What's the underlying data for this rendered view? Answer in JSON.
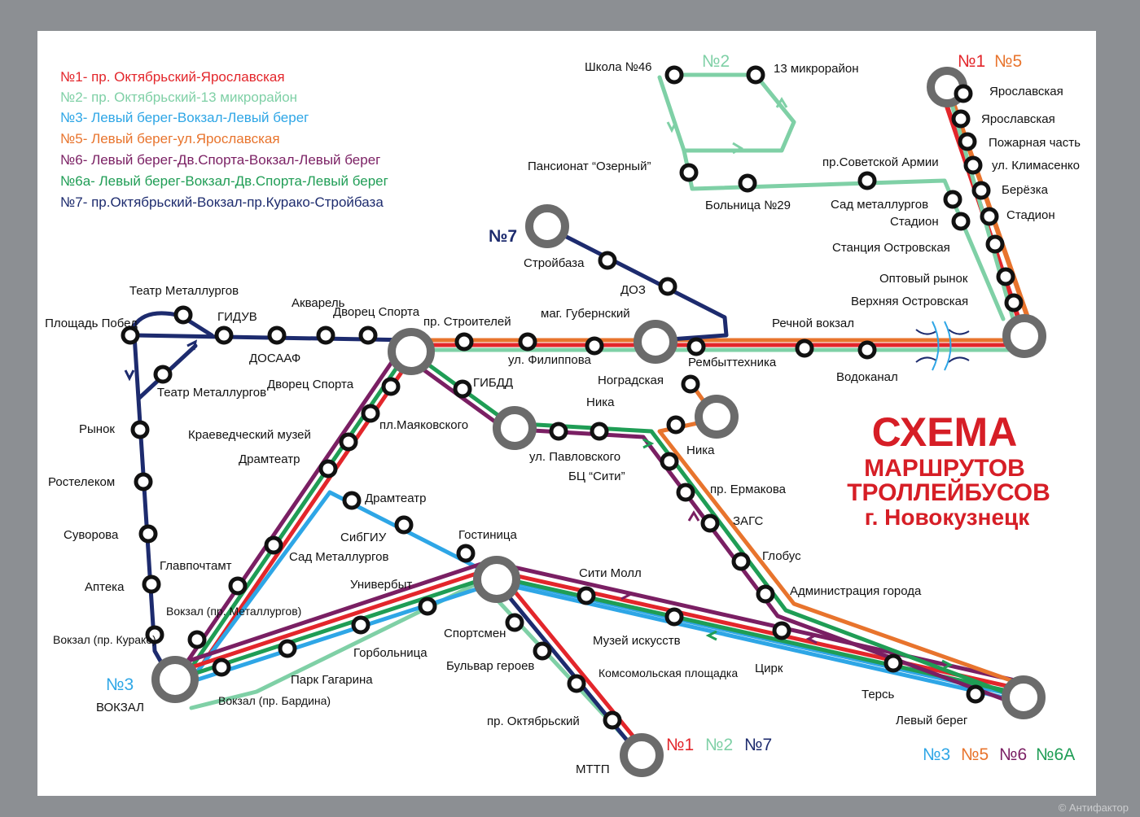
{
  "colors": {
    "route1": "#e3262b",
    "route2": "#7fd0a6",
    "route3": "#2ea6e6",
    "route5": "#e8742d",
    "route6": "#7a1f63",
    "route6a": "#1f9d55",
    "route7": "#1d2b6e",
    "title": "#d61e26",
    "station": "#111111",
    "hub": "#6b6b6b"
  },
  "legend": [
    {
      "text": "№1- пр. Октябрьский-Ярославская",
      "color_key": "route1"
    },
    {
      "text": "№2- пр. Октябрьский-13 микрорайон",
      "color_key": "route2"
    },
    {
      "text": "№3- Левый берег-Вокзал-Левый берег",
      "color_key": "route3"
    },
    {
      "text": "№5- Левый берег-ул.Ярославская",
      "color_key": "route5"
    },
    {
      "text": "№6- Левый берег-Дв.Спорта-Вокзал-Левый берег",
      "color_key": "route6"
    },
    {
      "text": "№6а- Левый берег-Вокзал-Дв.Спорта-Левый берег",
      "color_key": "route6a"
    },
    {
      "text": "№7- пр.Октябрьский-Вокзал-пр.Курако-Стройбаза",
      "color_key": "route7"
    }
  ],
  "title": {
    "line1": "СХЕМА",
    "line2": "МАРШРУТОВ",
    "line3": "ТРОЛЛЕЙБУСОВ",
    "line4": "г. Новокузнецк"
  },
  "route_tags": [
    {
      "text": "№1",
      "color_key": "route1"
    },
    {
      "text": "№5",
      "color_key": "route5"
    },
    {
      "text": "№2",
      "color_key": "route2"
    },
    {
      "text": "№7",
      "color_key": "route7"
    },
    {
      "text": "№3",
      "color_key": "route3"
    },
    {
      "text": "№1",
      "color_key": "route1"
    },
    {
      "text": "№2",
      "color_key": "route2"
    },
    {
      "text": "№7",
      "color_key": "route7"
    },
    {
      "text": "№3",
      "color_key": "route3"
    },
    {
      "text": "№5",
      "color_key": "route5"
    },
    {
      "text": "№6",
      "color_key": "route6"
    },
    {
      "text": "№6А",
      "color_key": "route6a"
    }
  ],
  "stations": [
    "Школа №46",
    "13 микрорайон",
    "Пансионат “Озерный”",
    "пр.Советской Армии",
    "Больница №29",
    "Сад металлургов",
    "Стадион",
    "Ярославская",
    "Ярославская",
    "Пожарная часть",
    "ул. Климасенко",
    "Берёзка",
    "Стадион",
    "Станция Островская",
    "Оптовый рынок",
    "Верхняя Островская",
    "Стройбаза",
    "ДОЗ",
    "Театр Металлургов",
    "Площадь Побед",
    "ГИДУВ",
    "Акварель",
    "Дворец Спорта",
    "ДОСААФ",
    "пр. Строителей",
    "маг. Губернский",
    "ул. Филиппова",
    "Речной вокзал",
    "Рембыттехника",
    "Водоканал",
    "Театр Металлургов",
    "Дворец Спорта",
    "ГИБДД",
    "Ноградская",
    "Рынок",
    "Краеведческий музей",
    "пл.Маяковского",
    "Ника",
    "Драмтеатр",
    "ул. Павловского",
    "Ника",
    "БЦ “Сити”",
    "Ростелеком",
    "пр. Ермакова",
    "Драмтеатр",
    "ЗАГС",
    "Суворова",
    "СибГИУ",
    "Сад Металлургов",
    "Гостиница",
    "Глобус",
    "Главпочтамт",
    "Универбыт",
    "Сити Молл",
    "Администрация города",
    "Аптека",
    "Вокзал (пр. Металлургов)",
    "Музей искусств",
    "Спортсмен",
    "Вокзал (пр. Курако)",
    "Горбольница",
    "Цирк",
    "Бульвар героев",
    "Парк Гагарина",
    "Комсомольская площадка",
    "Терсь",
    "ВОКЗАЛ",
    "Вокзал (пр. Бардина)",
    "Левый берег",
    "пр. Октябрьский",
    "МТТП"
  ],
  "watermark": "© Антифактор"
}
